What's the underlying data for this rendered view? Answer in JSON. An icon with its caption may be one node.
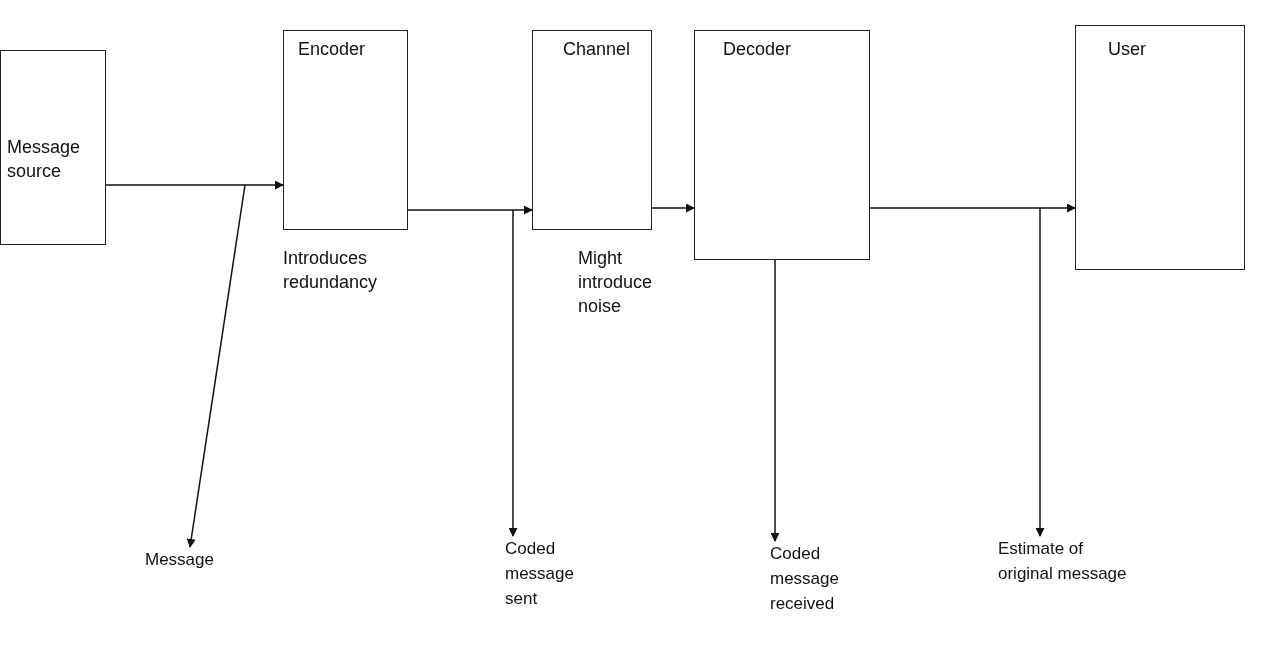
{
  "diagram": {
    "nodes": [
      {
        "text": [
          "Message source"
        ]
      },
      {
        "text": [
          "Encoder"
        ],
        "beside": [
          "Introduces redundancy"
        ]
      },
      {
        "text": [
          "Channel"
        ],
        "beside": [
          "Might introduce noise"
        ]
      },
      {
        "text": [
          "Decoder"
        ]
      },
      {
        "text": [
          "User"
        ]
      },
      {
        "text": [
          "Message"
        ]
      },
      {
        "text": [
          "Coded message sent"
        ]
      },
      {
        "text": [
          "Coded message received"
        ]
      },
      {
        "text": [
          "Estimate of original message"
        ]
      }
    ],
    "edges": [
      {
        "from": 0,
        "to": 1,
        "arrow": "to"
      },
      {
        "from": 1,
        "to": 2,
        "arrow": "to"
      },
      {
        "from": 2,
        "to": 3,
        "arrow": "to"
      },
      {
        "from": 3,
        "to": 4,
        "arrow": "to"
      },
      {
        "from": null,
        "to": 5,
        "arrow": "to"
      },
      {
        "from": null,
        "to": 6,
        "arrow": "to"
      },
      {
        "from": 3,
        "to": 7,
        "arrow": "to"
      },
      {
        "from": null,
        "to": 8,
        "arrow": "to"
      }
    ]
  }
}
